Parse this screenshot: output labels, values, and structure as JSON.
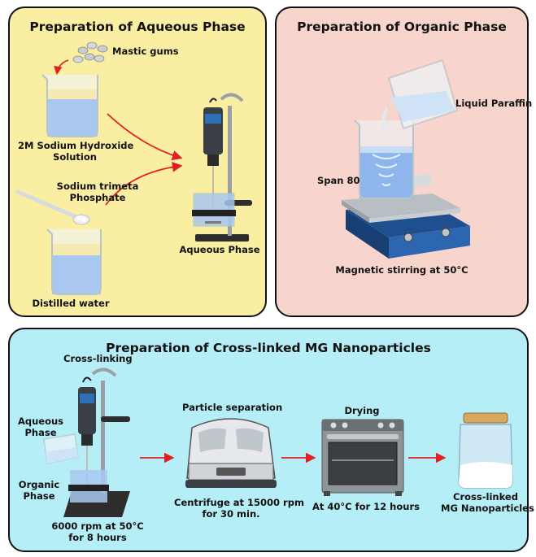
{
  "aqueous_phase": {
    "title": "Preparation of Aqueous Phase",
    "mastic_gums": "Mastic gums",
    "naoh_line1": "2M Sodium Hydroxide",
    "naoh_line2": "Solution",
    "stmp_line1": "Sodium trimeta",
    "stmp_line2": "Phosphate",
    "distilled_water": "Distilled water",
    "aqueous_phase_label": "Aqueous Phase"
  },
  "organic_phase": {
    "title": "Preparation of Organic Phase",
    "liquid_paraffin": "Liquid Paraffin",
    "span80": "Span 80",
    "magnetic_stirring": "Magnetic stirring at 50°C"
  },
  "crosslinked": {
    "title": "Preparation of Cross-linked MG Nanoparticles",
    "cross_linking": "Cross-linking",
    "aqueous_line1": "Aqueous",
    "aqueous_line2": "Phase",
    "organic_line1": "Organic",
    "organic_line2": "Phase",
    "rpm_line1": "6000 rpm at 50°C",
    "rpm_line2": "for 8 hours",
    "particle_separation": "Particle separation",
    "centrifuge_line1": "Centrifuge at 15000 rpm",
    "centrifuge_line2": "for 30 min.",
    "drying": "Drying",
    "drying_condition": "At 40°C for 12 hours",
    "product_line1": "Cross-linked",
    "product_line2": "MG Nanoparticles"
  },
  "colors": {
    "aqueous_panel": "#faeea2",
    "organic_panel": "#f8d5cc",
    "crosslink_panel": "#b5eef6",
    "arrow_red": "#e02020",
    "liquid_blue": "#a9c8f0",
    "liquid_yellow": "#f5ebb0"
  },
  "icons": [
    "beaker-icon",
    "mastic-gum-icon",
    "spatula-icon",
    "overhead-stirrer-icon",
    "hot-plate-stirrer-icon",
    "pouring-beaker-icon",
    "centrifuge-icon",
    "drying-oven-icon",
    "jar-icon",
    "arrow-icon"
  ]
}
